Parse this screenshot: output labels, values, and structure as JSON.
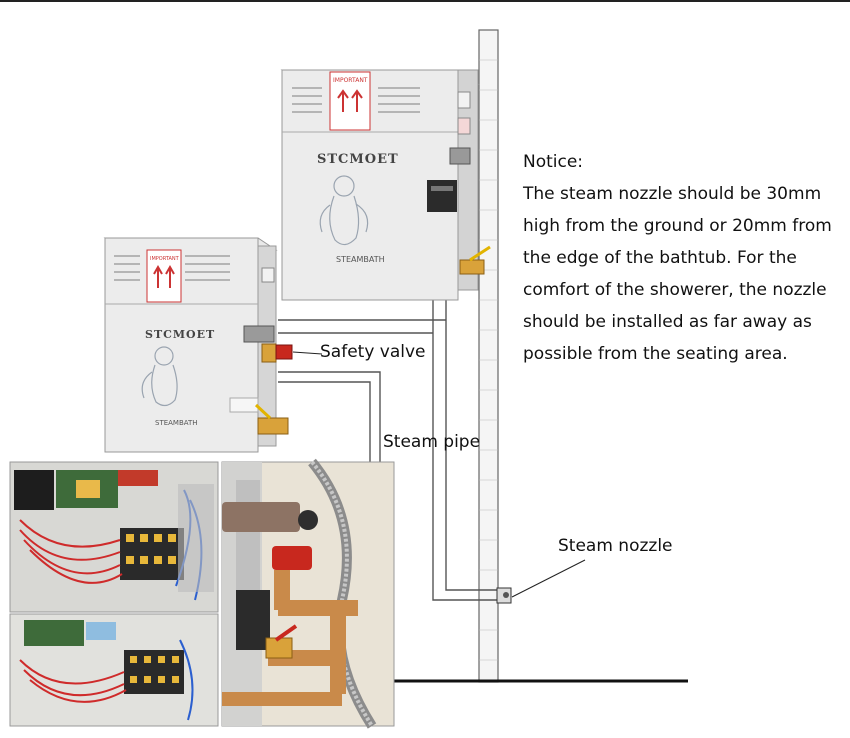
{
  "notice": {
    "heading": "Notice:",
    "body": "The steam nozzle should be 30mm high from the ground or 20mm from the edge of the bathtub. For the comfort of the showerer, the nozzle should be installed as far away as possible from the seating area."
  },
  "labels": {
    "safety_valve": "Safety valve",
    "steam_pipe": "Steam pipe",
    "steam_nozzle": "Steam nozzle"
  },
  "generators": {
    "brand": "STCMOET",
    "model_text": "STEAMBATH",
    "warning_title": "IMPORTANT"
  },
  "colors": {
    "pipe": "#555555",
    "wall": "#f4f4f4",
    "cabinet": "#e6e6e6",
    "brass": "#d9a23a",
    "valve_red": "#c8281e"
  },
  "icons": {
    "warning_arrows": "up-arrow-icon",
    "valve": "ball-valve-icon"
  }
}
